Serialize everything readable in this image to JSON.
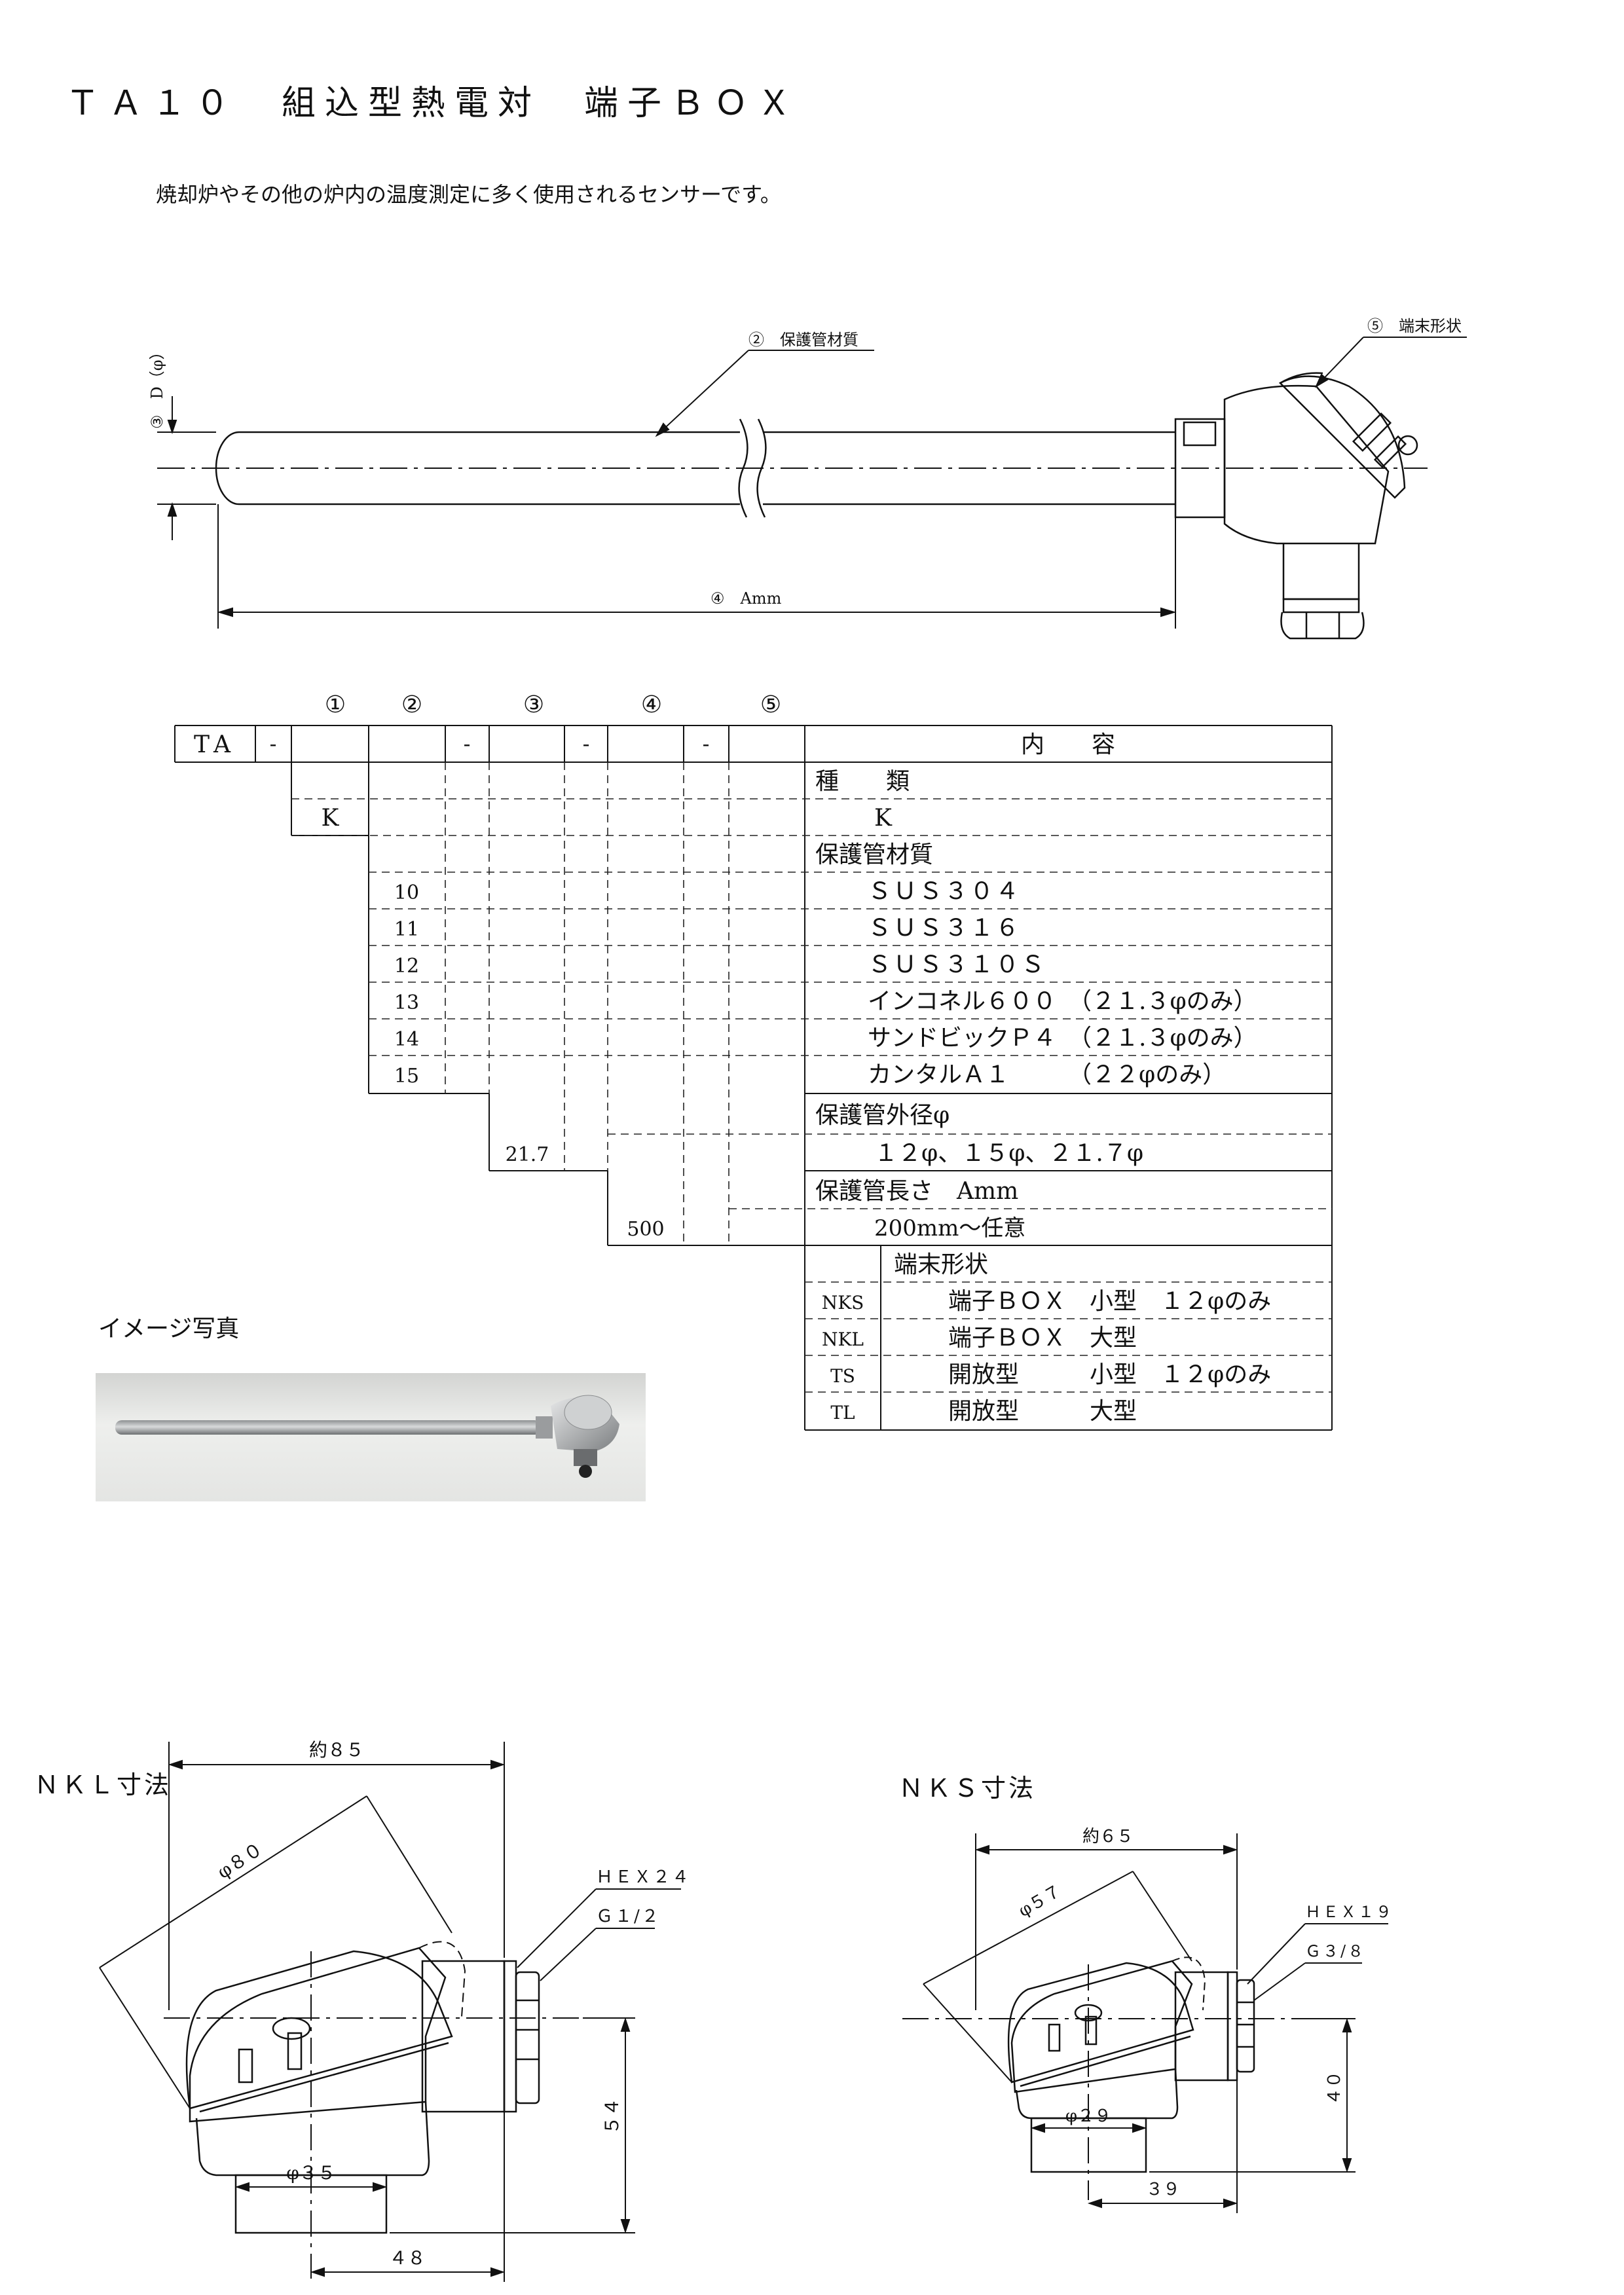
{
  "title": "ＴＡ１０　組込型熱電対　端子ＢＯＸ",
  "subtitle": "焼却炉やその他の炉内の温度測定に多く使用されるセンサーです。",
  "drawing": {
    "label_material": "②　保護管材質",
    "label_terminal": "⑤　端末形状",
    "label_diameter": "③　D（φ）",
    "label_length": "④　Amm"
  },
  "table": {
    "col_numbers": [
      "①",
      "②",
      "③",
      "④",
      "⑤"
    ],
    "code_prefix": "TA",
    "dash": "-",
    "content_header": "内　　容",
    "type_section": "種　　類",
    "type_code": "K",
    "type_value": "K",
    "material_section": "保護管材質",
    "materials": [
      {
        "code": "10",
        "value": "ＳＵＳ３０４"
      },
      {
        "code": "11",
        "value": "ＳＵＳ３１６"
      },
      {
        "code": "12",
        "value": "ＳＵＳ３１０Ｓ"
      },
      {
        "code": "13",
        "value": "インコネル６００　（２１.３φのみ）"
      },
      {
        "code": "14",
        "value": "サンドビックＰ４　（２１.３φのみ）"
      },
      {
        "code": "15",
        "value": "カンタルＡ１　　　（２２φのみ）"
      }
    ],
    "diameter_section": "保護管外径φ",
    "diameter_code": "21.7",
    "diameter_value": "１２φ、１５φ、２１.７φ",
    "length_section": "保護管長さ　Amm",
    "length_code": "500",
    "length_value": "200mm～任意",
    "terminal_section": "端末形状",
    "terminals": [
      {
        "code": "NKS",
        "value": "端子ＢＯＸ　小型　１２φのみ"
      },
      {
        "code": "NKL",
        "value": "端子ＢＯＸ　大型"
      },
      {
        "code": "TS",
        "value": "開放型　　　小型　１２φのみ"
      },
      {
        "code": "TL",
        "value": "開放型　　　大型"
      }
    ]
  },
  "photo_label": "イメージ写真",
  "nkl": {
    "title": "ＮＫＬ寸法",
    "width": "約８５",
    "cap_dia": "φ８０",
    "hex": "ＨＥＸ２４",
    "thread": "Ｇ１/２",
    "height": "５４",
    "base_dia": "φ３５",
    "offset": "４８"
  },
  "nks": {
    "title": "ＮＫＳ寸法",
    "width": "約６５",
    "cap_dia": "φ５７",
    "hex": "ＨＥＸ１９",
    "thread": "Ｇ３/８",
    "height": "４０",
    "base_dia": "φ２９",
    "offset": "３９"
  },
  "colors": {
    "line": "#111111",
    "dim": "#333333",
    "rod": "#a9acae",
    "head": "#b9bcbe"
  }
}
